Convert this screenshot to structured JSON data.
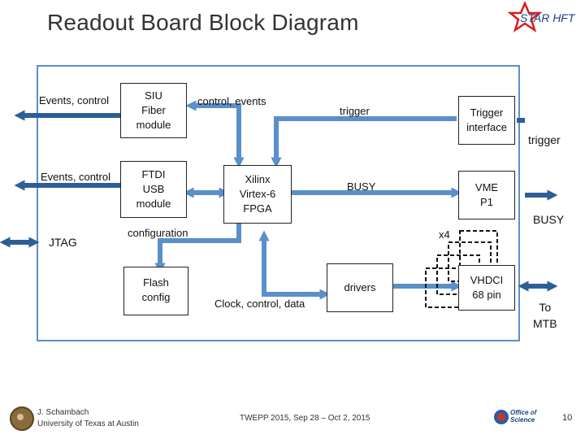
{
  "title": "Readout Board Block Diagram",
  "logo_text": "STAR HFT",
  "blocks": {
    "siu": "SIU\nFiber\nmodule",
    "ftdi": "FTDI\nUSB\nmodule",
    "fpga": "Xilinx\nVirtex-6\nFPGA",
    "flash": "Flash\nconfig",
    "drivers": "drivers",
    "trigger_if": "Trigger\ninterface",
    "vme": "VME\nP1",
    "vhdci": "VHDCI\n68 pin"
  },
  "labels": {
    "events_control_1": "Events, control",
    "events_control_2": "Events, control",
    "jtag": "JTAG",
    "control_events": "control, events",
    "trigger_internal": "trigger",
    "busy_internal": "BUSY",
    "configuration": "configuration",
    "x4": "x4",
    "clock_control_data": "Clock, control, data",
    "trigger_external": "trigger",
    "busy_external": "BUSY",
    "to_mtb": "To\nMTB"
  },
  "footer": {
    "author": "J. Schambach",
    "affiliation": "University of Texas at Austin",
    "conference": "TWEPP 2015, Sep 28 – Oct 2, 2015",
    "office_logo": "Office of Science",
    "page_number": "10"
  },
  "colors": {
    "arrow_fill": "#5b8fc9",
    "arrow_dark": "#2d5f96",
    "border": "#5b8fc9",
    "logo_star": "#d81e1e"
  }
}
